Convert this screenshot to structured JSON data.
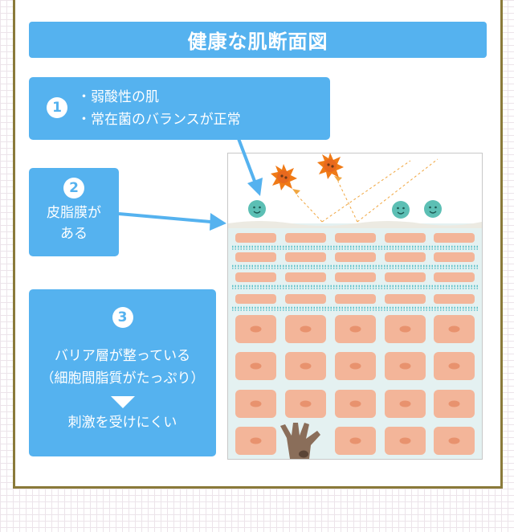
{
  "title": "健康な肌断面図",
  "callouts": {
    "c1": {
      "number": "1",
      "lines": [
        "・弱酸性の肌",
        "・常在菌のバランスが正常"
      ]
    },
    "c2": {
      "number": "2",
      "lines": [
        "皮脂膜が",
        "ある"
      ]
    },
    "c3": {
      "number": "3",
      "lines": [
        "バリア層が整っている",
        "（細胞間脂質がたっぷり）"
      ],
      "result": "刺激を受けにくい"
    }
  },
  "colors": {
    "accent": "#55b2ef",
    "frame": "#8a7a3a",
    "cell": "#f3b599",
    "nucleus": "#e8926e",
    "lipid_dots": "#5cc0c8",
    "bacteria_good": "#5cbfb4",
    "bacteria_bad": "#f07a16",
    "melanocyte": "#8a6e5a"
  },
  "icons": [
    "smiley-bacteria-icon",
    "spiky-germ-icon",
    "melanocyte-icon"
  ]
}
